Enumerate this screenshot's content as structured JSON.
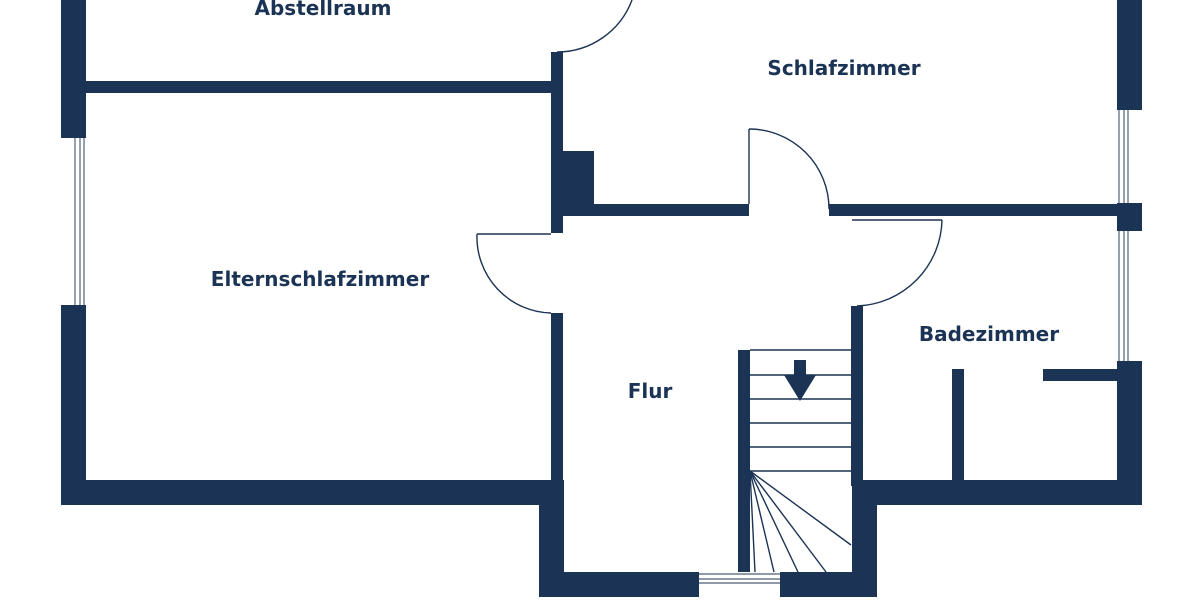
{
  "colors": {
    "wall": "#1b3354",
    "background": "#ffffff",
    "window_line": "#6a7a8c"
  },
  "rooms": {
    "abstellraum": "Abstellraum",
    "schlafzimmer": "Schlafzimmer",
    "elternschlafzimmer": "Elternschlafzimmer",
    "flur": "Flur",
    "badezimmer": "Badezimmer"
  },
  "staircase": {
    "direction": "down",
    "arrow_icon": "arrow-down-icon"
  }
}
